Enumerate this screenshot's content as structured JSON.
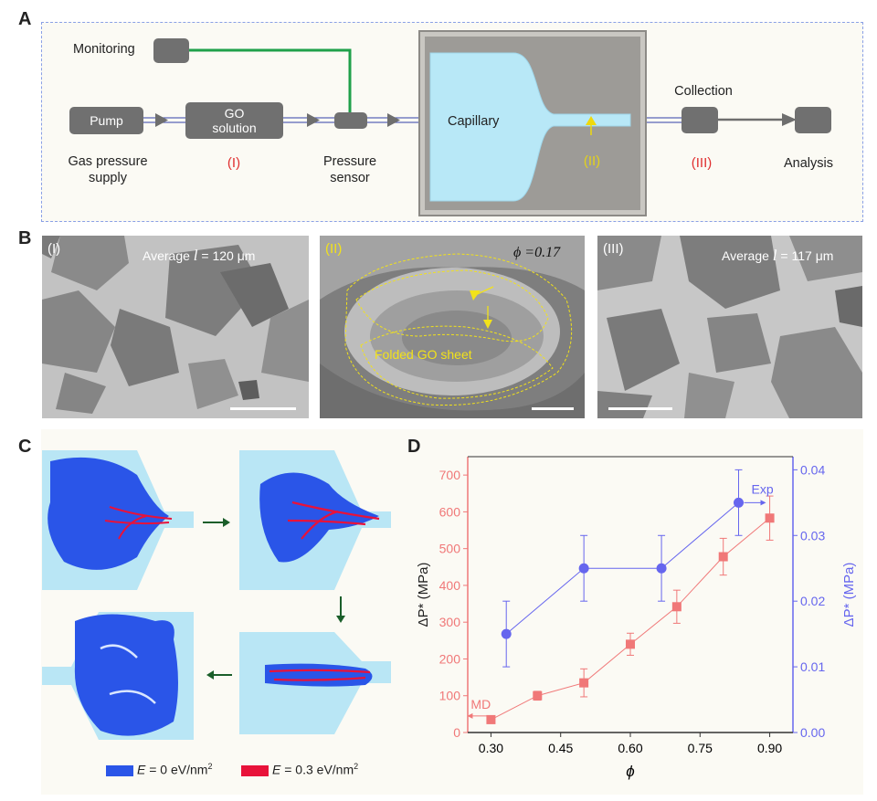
{
  "panels": {
    "a": "A",
    "b": "B",
    "c": "C",
    "d": "D"
  },
  "panelA": {
    "monitoring": "Monitoring",
    "pump": "Pump",
    "go_solution_line1": "GO",
    "go_solution_line2": "solution",
    "gas_supply_line1": "Gas pressure",
    "gas_supply_line2": "supply",
    "stage_1": "(I)",
    "pressure_line1": "Pressure",
    "pressure_line2": "sensor",
    "capillary": "Capillary",
    "stage_2": "(II)",
    "collection": "Collection",
    "stage_3": "(III)",
    "analysis": "Analysis"
  },
  "panelB": {
    "img1_stage": "(I)",
    "img1_label_prefix": "Average",
    "img1_symbol": "l",
    "img1_value": "= 120 μm",
    "img2_stage": "(II)",
    "img2_phi": "ϕ =0.17",
    "img2_annotation": "Folded GO sheet",
    "img3_stage": "(III)",
    "img3_label_prefix": "Average",
    "img3_symbol": "l",
    "img3_value": "= 117 μm"
  },
  "panelC": {
    "legend_blue_var": "E",
    "legend_blue_text": "= 0 eV/nm",
    "legend_blue_sup": "2",
    "legend_red_var": "E",
    "legend_red_text": "= 0.3 eV/nm",
    "legend_red_sup": "2",
    "colors": {
      "low": "#2a55e8",
      "high": "#e8123a",
      "capillary": "#b9e6f5"
    }
  },
  "chart_data": {
    "type": "scatter",
    "xlabel": "ϕ",
    "ylabel_left": "ΔP* (MPa)",
    "ylabel_right": "ΔP* (MPa)",
    "xlim": [
      0.25,
      0.95
    ],
    "ylim_left": [
      0,
      750
    ],
    "ylim_right": [
      0,
      0.042
    ],
    "xticks": [
      "0.30",
      "0.45",
      "0.60",
      "0.75",
      "0.90"
    ],
    "yticks_left": [
      "0",
      "100",
      "200",
      "300",
      "400",
      "500",
      "600",
      "700"
    ],
    "yticks_right": [
      "0.00",
      "0.01",
      "0.02",
      "0.03",
      "0.04"
    ],
    "series": [
      {
        "name": "MD",
        "axis": "left",
        "color": "#f07878",
        "marker": "square",
        "x": [
          0.3,
          0.4,
          0.5,
          0.6,
          0.7,
          0.8,
          0.9
        ],
        "y": [
          35,
          100,
          135,
          240,
          342,
          478,
          583
        ],
        "err": [
          8,
          12,
          38,
          30,
          45,
          50,
          60
        ]
      },
      {
        "name": "Exp",
        "axis": "right",
        "color": "#6666ee",
        "marker": "circle",
        "x": [
          0.333,
          0.5,
          0.667,
          0.833
        ],
        "y": [
          0.015,
          0.025,
          0.025,
          0.035
        ],
        "err": [
          0.005,
          0.005,
          0.005,
          0.005
        ]
      }
    ]
  }
}
